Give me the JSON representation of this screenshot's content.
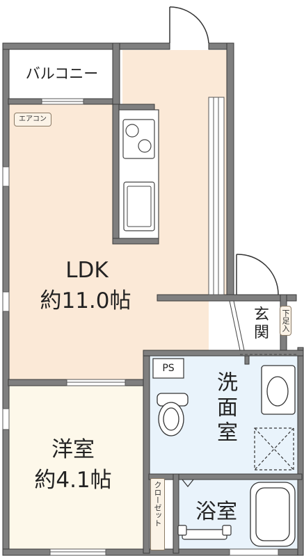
{
  "rooms": {
    "balcony": {
      "label": "バルコニー"
    },
    "ldk": {
      "name": "LDK",
      "area": "約11.0帖"
    },
    "western": {
      "name": "洋室",
      "area": "約4.1帖"
    },
    "washroom": {
      "label": "洗面室"
    },
    "bath": {
      "label": "浴室"
    },
    "entrance": {
      "label": "玄関"
    }
  },
  "tags": {
    "aircon": "エアコン",
    "ps": "PS",
    "closet": "クローゼット",
    "shoe_storage": "下足入"
  },
  "colors": {
    "wall": "#7f7f7f",
    "wall_edge": "#3a3a3a",
    "ldk_floor": "#fbe9d7",
    "western_floor": "#fdf8ea",
    "wet_floor": "#e9f3fb",
    "tag_fill": "#fbf3e7"
  }
}
